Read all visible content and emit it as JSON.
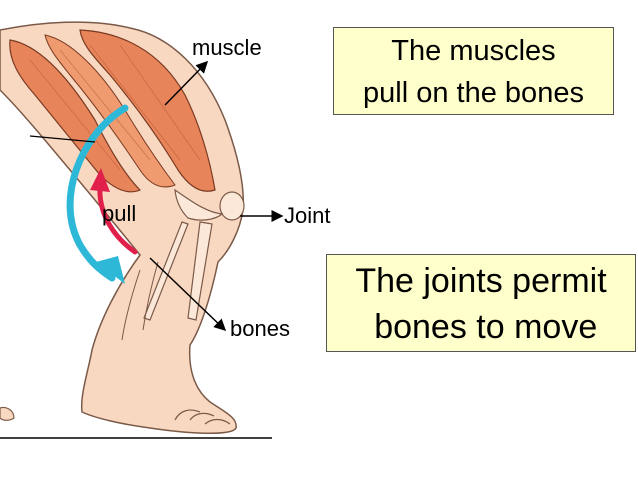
{
  "labels": {
    "muscle": "muscle",
    "joint": "Joint",
    "bones": "bones",
    "pull": "pull"
  },
  "boxes": {
    "muscles": [
      "The muscles",
      "pull on the bones"
    ],
    "joints": [
      "The joints permit",
      " bones to move"
    ]
  },
  "colors": {
    "box_fill": "#ffffcc",
    "skin": "#f9d8c2",
    "muscle": "#e8845a",
    "arrow_cyan": "#2eb8d8",
    "arrow_red": "#e0204a"
  }
}
